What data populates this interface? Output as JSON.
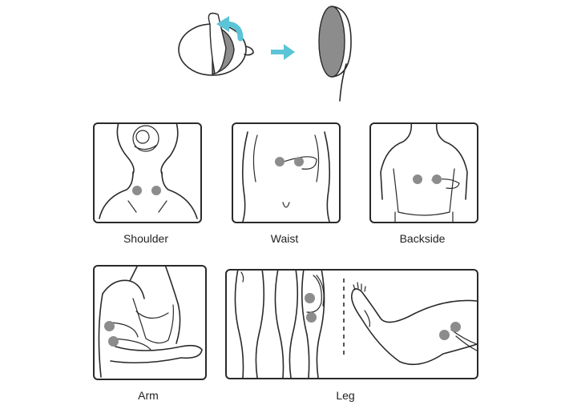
{
  "captions": {
    "shoulder": "Shoulder",
    "waist": "Waist",
    "backside": "Backside",
    "arm": "Arm",
    "leg": "Leg"
  },
  "colors": {
    "arrow": "#5bc4d6",
    "pad": "#8c8c8c",
    "outline": "#2a2a2a"
  }
}
